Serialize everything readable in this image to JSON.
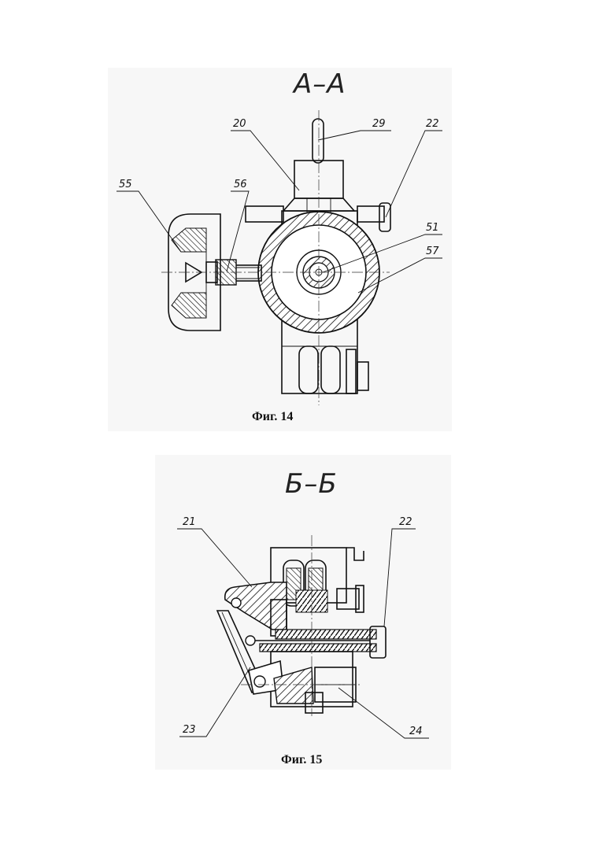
{
  "figure14": {
    "section_title": "А–А",
    "caption": "Фиг. 14",
    "callouts": {
      "c20": "20",
      "c29": "29",
      "c22": "22",
      "c55": "55",
      "c56": "56",
      "c51": "51",
      "c57": "57"
    }
  },
  "figure15": {
    "section_title": "Б–Б",
    "caption": "Фиг. 15",
    "callouts": {
      "c21": "21",
      "c22": "22",
      "c23": "23",
      "c24": "24"
    }
  },
  "colors": {
    "ink": "#111111",
    "panel": "#f7f7f7",
    "page": "#ffffff"
  }
}
